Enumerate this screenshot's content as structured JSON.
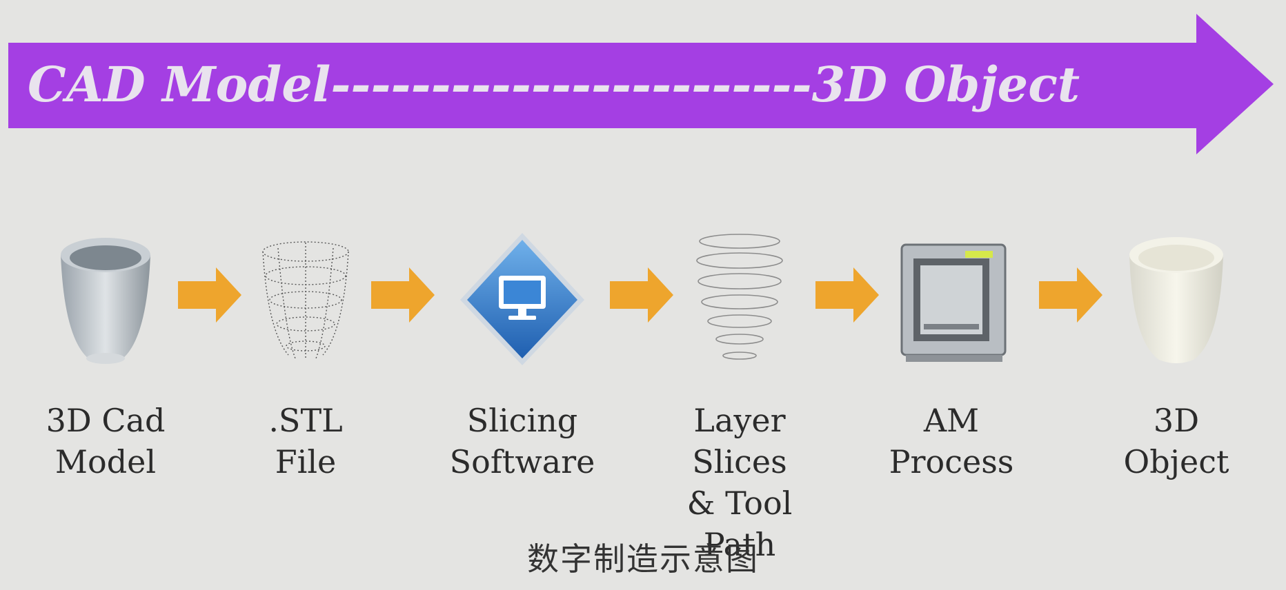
{
  "banner": {
    "start_label": "CAD Model",
    "dashes": "------------------------",
    "end_label": "3D Object",
    "color": "#a43fe3"
  },
  "steps": [
    {
      "line1": "3D Cad",
      "line2": "Model",
      "icon": "cup-model-icon"
    },
    {
      "line1": ".STL",
      "line2": "File",
      "icon": "stl-mesh-icon"
    },
    {
      "line1": "Slicing",
      "line2": "Software",
      "icon": "slicing-software-icon"
    },
    {
      "line1": "Layer Slices",
      "line2": "& Tool Path",
      "icon": "layer-slices-icon"
    },
    {
      "line1": "AM",
      "line2": "Process",
      "icon": "3d-printer-icon"
    },
    {
      "line1": "3D",
      "line2": "Object",
      "icon": "printed-cup-icon"
    }
  ],
  "arrow_color": "#eea52d",
  "caption": "数字制造示意图"
}
